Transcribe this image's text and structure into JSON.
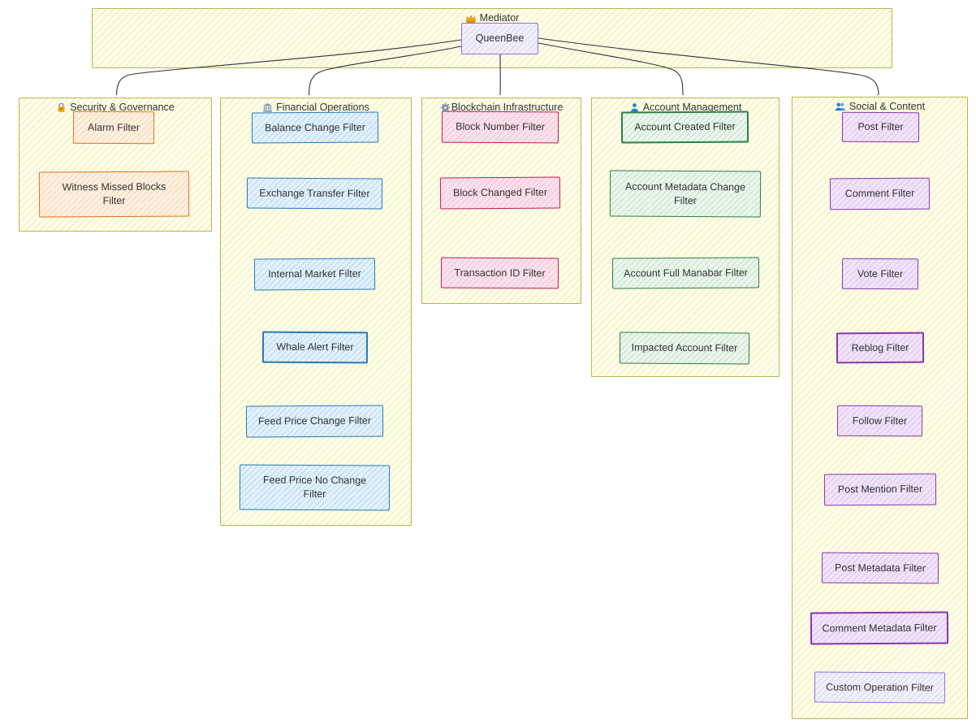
{
  "diagram": {
    "mediator": {
      "title": "Mediator",
      "icon": "crown-icon",
      "node_label": "QueenBee"
    },
    "groups": [
      {
        "title": "Security & Governance",
        "icon": "lock-icon",
        "accent_color": "#e2711d",
        "nodes": [
          {
            "label": "Alarm Filter"
          },
          {
            "label": "Witness Missed Blocks Filter"
          }
        ]
      },
      {
        "title": "Financial Operations",
        "icon": "bank-icon",
        "accent_color": "#2878b8",
        "nodes": [
          {
            "label": "Balance Change Filter"
          },
          {
            "label": "Exchange Transfer Filter"
          },
          {
            "label": "Internal Market Filter"
          },
          {
            "label": "Whale Alert Filter"
          },
          {
            "label": "Feed Price Change Filter"
          },
          {
            "label": "Feed Price No Change Filter"
          }
        ]
      },
      {
        "title": "Blockchain Infrastructure",
        "icon": "gear-icon",
        "accent_color": "#c2185b",
        "nodes": [
          {
            "label": "Block Number Filter"
          },
          {
            "label": "Block Changed Filter"
          },
          {
            "label": "Transaction ID Filter"
          }
        ]
      },
      {
        "title": "Account Management",
        "icon": "person-icon",
        "accent_color": "#2d7d46",
        "nodes": [
          {
            "label": "Account Created Filter"
          },
          {
            "label": "Account Metadata Change Filter"
          },
          {
            "label": "Account Full Manabar Filter"
          },
          {
            "label": "Impacted Account Filter"
          }
        ]
      },
      {
        "title": "Social & Content",
        "icon": "people-icon",
        "accent_color": "#8635ad",
        "nodes": [
          {
            "label": "Post Filter"
          },
          {
            "label": "Comment Filter"
          },
          {
            "label": "Vote Filter"
          },
          {
            "label": "Reblog Filter"
          },
          {
            "label": "Follow Filter"
          },
          {
            "label": "Post Mention Filter"
          },
          {
            "label": "Post Metadata Filter"
          },
          {
            "label": "Comment Metadata Filter"
          },
          {
            "label": "Custom Operation Filter"
          }
        ]
      }
    ],
    "colors": {
      "container_fill": "#fdfde9",
      "container_border": "#b7b752",
      "default_node_border": "#9370db",
      "default_node_fill": "#f0f0fb",
      "edge": "#333333",
      "text": "#333333"
    }
  }
}
